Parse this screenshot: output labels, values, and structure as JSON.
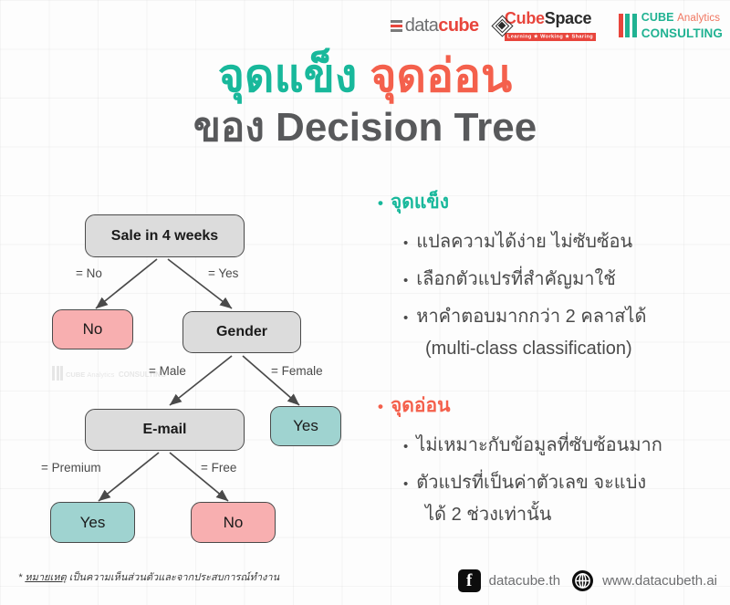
{
  "header": {
    "logos": [
      {
        "name": "datacube",
        "text_light": "data",
        "text_bold": "cube"
      },
      {
        "name": "CubeSpace",
        "text_red": "Cube",
        "text_dark": "Space",
        "tagline": "Learning ★ Working ★ Sharing"
      },
      {
        "name": "Cube Analytics Consulting",
        "line1_bold": "CUBE",
        "line1_sub": "Analytics",
        "line2": "CONSULTING"
      }
    ]
  },
  "title": {
    "line1_teal": "จุดแข็ง",
    "line1_red": "จุดอ่อน",
    "line2": "ของ Decision Tree"
  },
  "tree": {
    "nodes": {
      "root": "Sale in 4 weeks",
      "no_leaf_1": "No",
      "gender": "Gender",
      "yes_leaf_1": "Yes",
      "email": "E-mail",
      "yes_leaf_2": "Yes",
      "no_leaf_2": "No"
    },
    "edges": {
      "root_left": "= No",
      "root_right": "= Yes",
      "gender_left": "= Male",
      "gender_right": "= Female",
      "email_left": "= Premium",
      "email_right": "= Free"
    },
    "watermark": {
      "line1_bold": "CUBE",
      "line1_sub": "Analytics",
      "line2": "CONSULTING"
    }
  },
  "points": {
    "bullet_char": "•",
    "strengths": {
      "heading": "จุดแข็ง",
      "items": [
        "แปลความได้ง่าย ไม่ซับซ้อน",
        "เลือกตัวแปรที่สำคัญมาใช้",
        "หาคำตอบมากกว่า 2 คลาสได้"
      ],
      "continuation": "(multi-class classification)"
    },
    "weaknesses": {
      "heading": "จุดอ่อน",
      "items": [
        "ไม่เหมาะกับข้อมูลที่ซับซ้อนมาก",
        "ตัวแปรที่เป็นค่าตัวเลข จะแบ่ง"
      ],
      "continuation": "ได้ 2 ช่วงเท่านั้น"
    }
  },
  "footer": {
    "note_star": "*",
    "note_underlined": "หมายเหตุ",
    "note_rest": " เป็นความเห็นส่วนตัวและจากประสบการณ์ทำงาน",
    "facebook_label": "datacube.th",
    "website_label": "www.datacubeth.ai"
  },
  "colors": {
    "teal": "#18b89b",
    "red": "#f4604c",
    "gray_text": "#58595b",
    "node_internal": "#dcdcdc",
    "node_yes": "#9fd3d0",
    "node_no": "#f8afb0"
  }
}
